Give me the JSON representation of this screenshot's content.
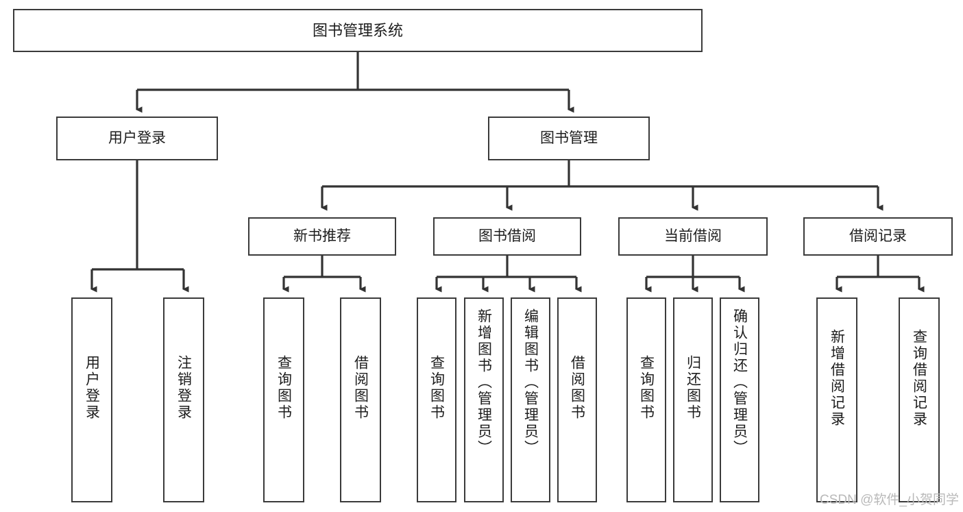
{
  "diagram": {
    "title": "图书管理系统",
    "type": "tree-hierarchy",
    "root": {
      "label": "图书管理系统"
    },
    "level2": [
      {
        "label": "用户登录"
      },
      {
        "label": "图书管理"
      }
    ],
    "level3": [
      {
        "label": "新书推荐"
      },
      {
        "label": "图书借阅"
      },
      {
        "label": "当前借阅"
      },
      {
        "label": "借阅记录"
      }
    ],
    "leaves": {
      "user_login": [
        {
          "label": "用户登录"
        },
        {
          "label": "注销登录"
        }
      ],
      "new_book_recommend": [
        {
          "label": "查询图书"
        },
        {
          "label": "借阅图书"
        }
      ],
      "book_borrow": [
        {
          "label": "查询图书"
        },
        {
          "label": "新增图书（管理员）"
        },
        {
          "label": "编辑图书（管理员）"
        },
        {
          "label": "借阅图书"
        }
      ],
      "current_borrow": [
        {
          "label": "查询图书"
        },
        {
          "label": "归还图书"
        },
        {
          "label": "确认归还（管理员）"
        }
      ],
      "borrow_record": [
        {
          "label": "新增借阅记录"
        },
        {
          "label": "查询借阅记录"
        }
      ]
    },
    "watermark": "CSDN @软件_小贺同学",
    "colors": {
      "border": "#3a3a3a",
      "text": "#1d1d1d",
      "background": "#ffffff",
      "connector": "#333333",
      "watermark": "#b9b9b9"
    }
  }
}
